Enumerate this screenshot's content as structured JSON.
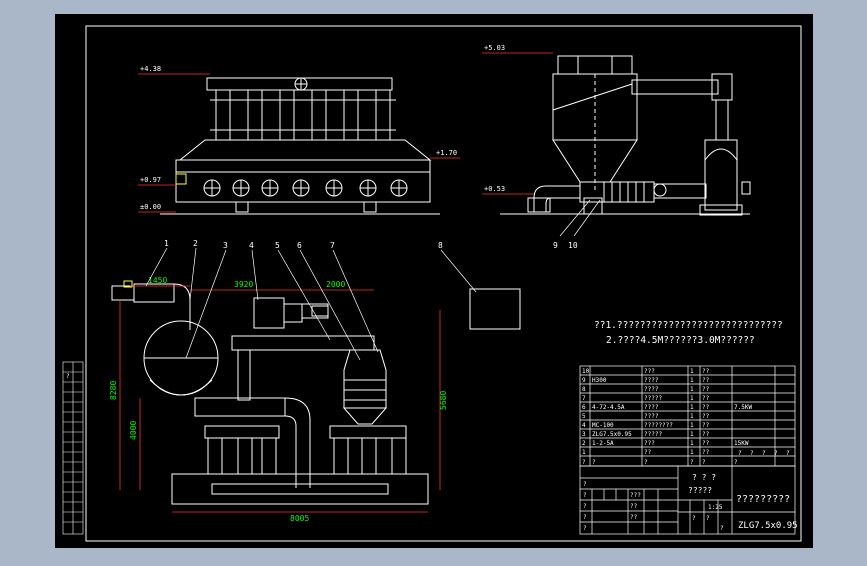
{
  "colors": {
    "bg": "#a9b7c8",
    "paper": "#000000",
    "line": "#ffffff",
    "dim": "#ff3030",
    "dimtext": "#00ff00",
    "yellow": "#ffff33"
  },
  "elevations": {
    "e438": "+4.38",
    "e097": "+0.97",
    "e000": "±0.00",
    "e170": "+1.70",
    "e503": "+5.03",
    "e053": "+0.53"
  },
  "callouts": [
    "1",
    "2",
    "3",
    "4",
    "5",
    "6",
    "7",
    "8",
    "9",
    "10"
  ],
  "dims": {
    "d1450": "1450",
    "d3920": "3920",
    "d2000": "2000",
    "d8280": "8280",
    "d4000": "4000",
    "d5680": "5680",
    "d8005": "8005"
  },
  "notes": {
    "line1": "??1.?????????????????????????????",
    "line2": "2.????4.5M??????3.0M??????"
  },
  "bom": {
    "rows": [
      [
        "10",
        "",
        "???",
        "1",
        "??",
        ""
      ],
      [
        "9",
        "H300",
        "????",
        "1",
        "??",
        ""
      ],
      [
        "8",
        "",
        "????",
        "1",
        "??",
        ""
      ],
      [
        "7",
        "",
        "?????",
        "1",
        "??",
        ""
      ],
      [
        "6",
        "4-72-4.5A",
        "????",
        "1",
        "??",
        "7.5KW"
      ],
      [
        "5",
        "",
        "????",
        "1",
        "??",
        ""
      ],
      [
        "4",
        "MC-100",
        "????????",
        "1",
        "??",
        ""
      ],
      [
        "3",
        "ZLG7.5x0.95",
        "?????",
        "1",
        "??",
        ""
      ],
      [
        "2",
        "1-2-5A",
        "???",
        "1",
        "??",
        "15KW"
      ],
      [
        "1",
        "",
        "??",
        "1",
        "??",
        ""
      ]
    ],
    "header": [
      "?",
      "?",
      "?",
      "?",
      "?",
      "?"
    ],
    "header_right": [
      "?",
      "?",
      "?",
      "?",
      "?"
    ]
  },
  "title_block": {
    "company_a": "? ? ?",
    "company_b": "?????",
    "drawing_name": "?????????",
    "drawing_no": "ZLG7.5x0.95",
    "scale": "1:25",
    "small_cells": [
      "?",
      "?",
      "?",
      "??",
      "???",
      "?",
      "??",
      "?",
      "?",
      "?",
      "?"
    ]
  },
  "left_strip_label": "?"
}
